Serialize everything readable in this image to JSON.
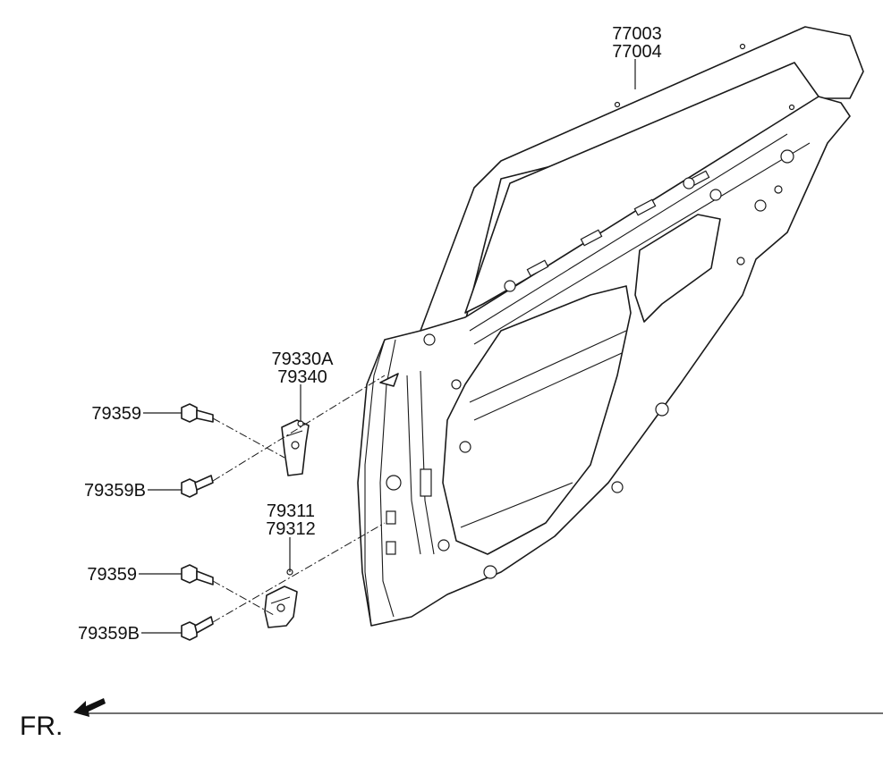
{
  "callouts": {
    "door_frame": [
      "77003",
      "77004"
    ],
    "upper_hinge": [
      "79330A",
      "79340"
    ],
    "lower_hinge": [
      "79311",
      "79312"
    ],
    "upper_bolt": "79359",
    "upper_bolt_b": "79359B",
    "lower_bolt": "79359",
    "lower_bolt_b": "79359B"
  },
  "direction_label": "FR."
}
